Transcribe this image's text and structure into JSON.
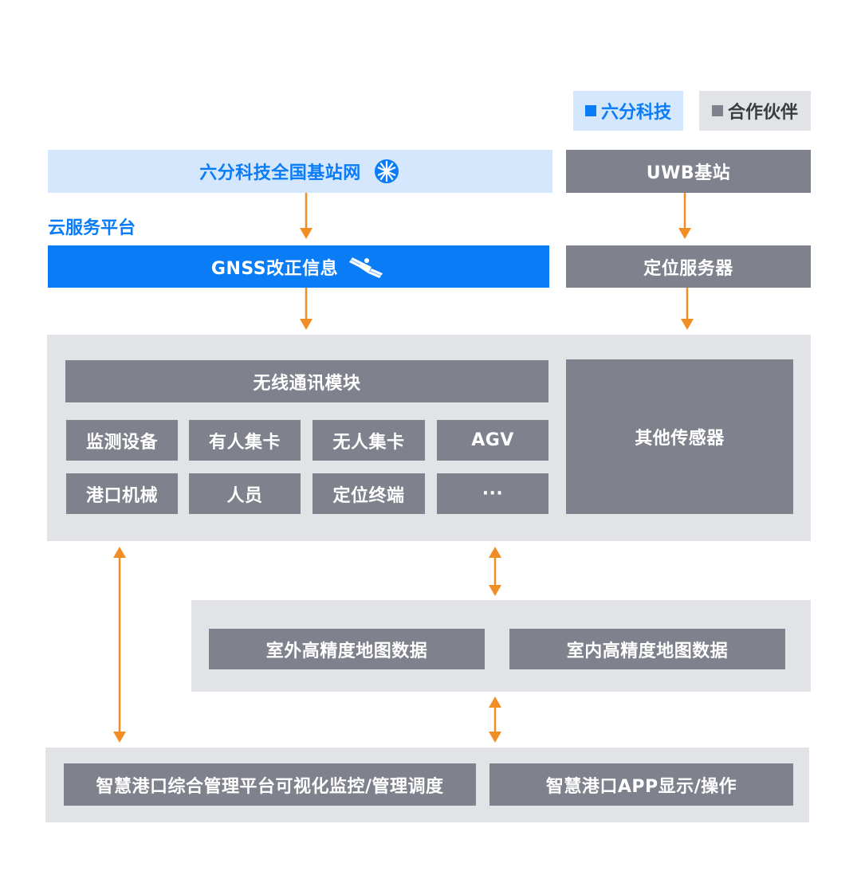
{
  "legend": {
    "liufen_label": "六分科技",
    "partner_label": "合作伙伴"
  },
  "top": {
    "network_label": "六分科技全国基站网",
    "uwb_label": "UWB基站"
  },
  "cloud_label": "云服务平台",
  "gnss_label": "GNSS改正信息",
  "positioning_server_label": "定位服务器",
  "terminal": {
    "wireless_label": "无线通讯模块",
    "items": [
      "监测设备",
      "有人集卡",
      "无人集卡",
      "AGV",
      "港口机械",
      "人员",
      "定位终端",
      "···"
    ],
    "sensors_label": "其他传感器"
  },
  "map": {
    "outdoor_label": "室外高精度地图数据",
    "indoor_label": "室内高精度地图数据"
  },
  "bottom": {
    "platform_label": "智慧港口综合管理平台可视化监控/管理调度",
    "app_label": "智慧港口APP显示/操作"
  },
  "colors": {
    "brand_blue": "#0a7cf6",
    "light_blue": "#d5e7fd",
    "gray_box": "#7f828d",
    "panel_gray": "#e2e3e6",
    "arrow_orange": "#f08d24"
  },
  "icons": {
    "network": "globe-icon",
    "gnss": "satellite-icon"
  }
}
